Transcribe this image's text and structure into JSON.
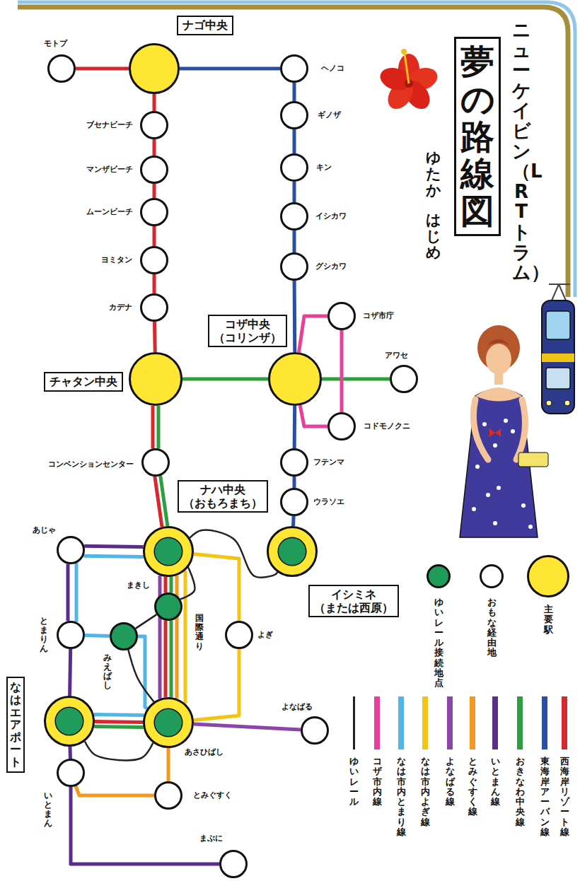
{
  "diagram": {
    "title": "夢の路線図",
    "nodes": [
      {
        "text": [
          "モトプ"
        ]
      },
      {
        "text": [
          "ナゴ中央"
        ]
      },
      {
        "text": [
          "ヘノコ"
        ]
      },
      {
        "text": [
          "ブセナビーチ"
        ]
      },
      {
        "text": [
          "マンザビーチ"
        ]
      },
      {
        "text": [
          "ムーンビーチ"
        ]
      },
      {
        "text": [
          "ヨミタン"
        ]
      },
      {
        "text": [
          "カデナ"
        ]
      },
      {
        "text": [
          "ギノザ"
        ]
      },
      {
        "text": [
          "キン"
        ]
      },
      {
        "text": [
          "イシカワ"
        ]
      },
      {
        "text": [
          "グシカワ"
        ]
      },
      {
        "text": [
          "コザ市庁"
        ]
      },
      {
        "text": [
          "チャタン中央"
        ]
      },
      {
        "text": [
          "コザ中央 （コリンザ）"
        ]
      },
      {
        "text": [
          "アワセ"
        ]
      },
      {
        "text": [
          "コドモノクニ"
        ]
      },
      {
        "text": [
          "コンベンションセンター"
        ]
      },
      {
        "text": [
          "フテンマ"
        ]
      },
      {
        "text": [
          "ウラソエ"
        ]
      },
      {
        "text": [
          "ナハ中央 （おもろまち）"
        ]
      },
      {
        "text": [
          "イシミネ （または西原）"
        ]
      },
      {
        "text": [
          "あじゃ"
        ]
      },
      {
        "text": [
          "まきし"
        ]
      },
      {
        "text": [
          "みえばし"
        ]
      },
      {
        "text": [
          "よぎ"
        ]
      },
      {
        "text": [
          "とまりん"
        ]
      },
      {
        "text": [
          "なはエアポート"
        ]
      },
      {
        "text": [
          "あさひばし"
        ]
      },
      {
        "text": [
          "よなばる"
        ]
      },
      {
        "text": [
          "いとまん"
        ]
      },
      {
        "text": [
          "とみぐすく"
        ]
      },
      {
        "text": [
          "まぶに"
        ]
      }
    ],
    "edges": [
      {
        "from": 0,
        "to": 1,
        "arrow": "none"
      },
      {
        "from": 1,
        "to": 3,
        "arrow": "none"
      },
      {
        "from": 3,
        "to": 4,
        "arrow": "none"
      },
      {
        "from": 4,
        "to": 5,
        "arrow": "none"
      },
      {
        "from": 5,
        "to": 6,
        "arrow": "none"
      },
      {
        "from": 6,
        "to": 7,
        "arrow": "none"
      },
      {
        "from": 7,
        "to": 13,
        "arrow": "none"
      },
      {
        "from": 13,
        "to": 17,
        "arrow": "none"
      },
      {
        "from": 17,
        "to": 20,
        "arrow": "none"
      },
      {
        "from": 20,
        "to": 23,
        "arrow": "none"
      },
      {
        "from": 23,
        "to": 28,
        "arrow": "none"
      },
      {
        "from": 28,
        "to": 27,
        "arrow": "none"
      },
      {
        "from": 1,
        "to": 2,
        "arrow": "none"
      },
      {
        "from": 2,
        "to": 8,
        "arrow": "none"
      },
      {
        "from": 8,
        "to": 9,
        "arrow": "none"
      },
      {
        "from": 9,
        "to": 10,
        "arrow": "none"
      },
      {
        "from": 10,
        "to": 11,
        "arrow": "none"
      },
      {
        "from": 11,
        "to": 14,
        "arrow": "none"
      },
      {
        "from": 14,
        "to": 18,
        "arrow": "none"
      },
      {
        "from": 18,
        "to": 19,
        "arrow": "none"
      },
      {
        "from": 19,
        "to": 21,
        "arrow": "none"
      },
      {
        "from": 14,
        "to": 15,
        "arrow": "none"
      },
      {
        "from": 13,
        "to": 14,
        "arrow": "none"
      },
      {
        "from": 13,
        "to": 17,
        "arrow": "none"
      },
      {
        "from": 17,
        "to": 20,
        "arrow": "none"
      },
      {
        "from": 20,
        "to": 23,
        "arrow": "none"
      },
      {
        "from": 23,
        "to": 28,
        "arrow": "none"
      },
      {
        "from": 28,
        "to": 27,
        "arrow": "none"
      },
      {
        "from": 20,
        "to": 22,
        "arrow": "none"
      },
      {
        "from": 22,
        "to": 26,
        "arrow": "none"
      },
      {
        "from": 26,
        "to": 27,
        "arrow": "none"
      },
      {
        "from": 27,
        "to": 30,
        "arrow": "none"
      },
      {
        "from": 30,
        "to": 32,
        "arrow": "none"
      },
      {
        "from": 20,
        "to": 28,
        "arrow": "none"
      },
      {
        "from": 28,
        "to": 29,
        "arrow": "none"
      },
      {
        "from": 20,
        "to": 28,
        "arrow": "none"
      },
      {
        "from": 28,
        "to": 31,
        "arrow": "none"
      },
      {
        "from": 31,
        "to": 30,
        "arrow": "none"
      },
      {
        "from": 20,
        "to": 25,
        "arrow": "none"
      },
      {
        "from": 25,
        "to": 28,
        "arrow": "none"
      },
      {
        "from": 20,
        "to": 28,
        "arrow": "none"
      },
      {
        "from": 20,
        "to": 22,
        "arrow": "none"
      },
      {
        "from": 22,
        "to": 26,
        "arrow": "none"
      },
      {
        "from": 26,
        "to": 24,
        "arrow": "none"
      },
      {
        "from": 24,
        "to": 28,
        "arrow": "none"
      },
      {
        "from": 27,
        "to": 28,
        "arrow": "none"
      },
      {
        "from": 14,
        "to": 12,
        "arrow": "none"
      },
      {
        "from": 12,
        "to": 16,
        "arrow": "none"
      },
      {
        "from": 14,
        "to": 16,
        "arrow": "none"
      },
      {
        "from": 27,
        "to": 28,
        "arrow": "none"
      },
      {
        "from": 28,
        "to": 24,
        "arrow": "none"
      },
      {
        "from": 24,
        "to": 23,
        "arrow": "none"
      },
      {
        "from": 23,
        "to": 20,
        "arrow": "none"
      },
      {
        "from": 20,
        "to": 21,
        "arrow": "none"
      }
    ],
    "labels": [
      "ニューケイビン（LRTトラム）",
      "ゆたか",
      "はじめ",
      "国際通り"
    ],
    "legend": [
      {
        "text": "主要駅"
      },
      {
        "text": "おもな経由地"
      },
      {
        "text": "ゆいレール 接続地点"
      },
      {
        "text": "西海岸リゾート線",
        "color": "#d7282f"
      },
      {
        "text": "東海岸アーバン線",
        "color": "#2a4ea2"
      },
      {
        "text": "おきなわ中央線",
        "color": "#2e9e3e"
      },
      {
        "text": "いとまん線",
        "color": "#5a2d8c"
      },
      {
        "text": "とみぐすく線",
        "color": "#f39a1e"
      },
      {
        "text": "よなばる線",
        "color": "#8b45a8"
      },
      {
        "text": "なは市内よぎ線",
        "color": "#f2c416"
      },
      {
        "text": "なは市内とまり線",
        "color": "#53b4e6"
      },
      {
        "text": "コザ市内線",
        "color": "#e8409a"
      },
      {
        "text": "ゆいレール"
      }
    ]
  }
}
